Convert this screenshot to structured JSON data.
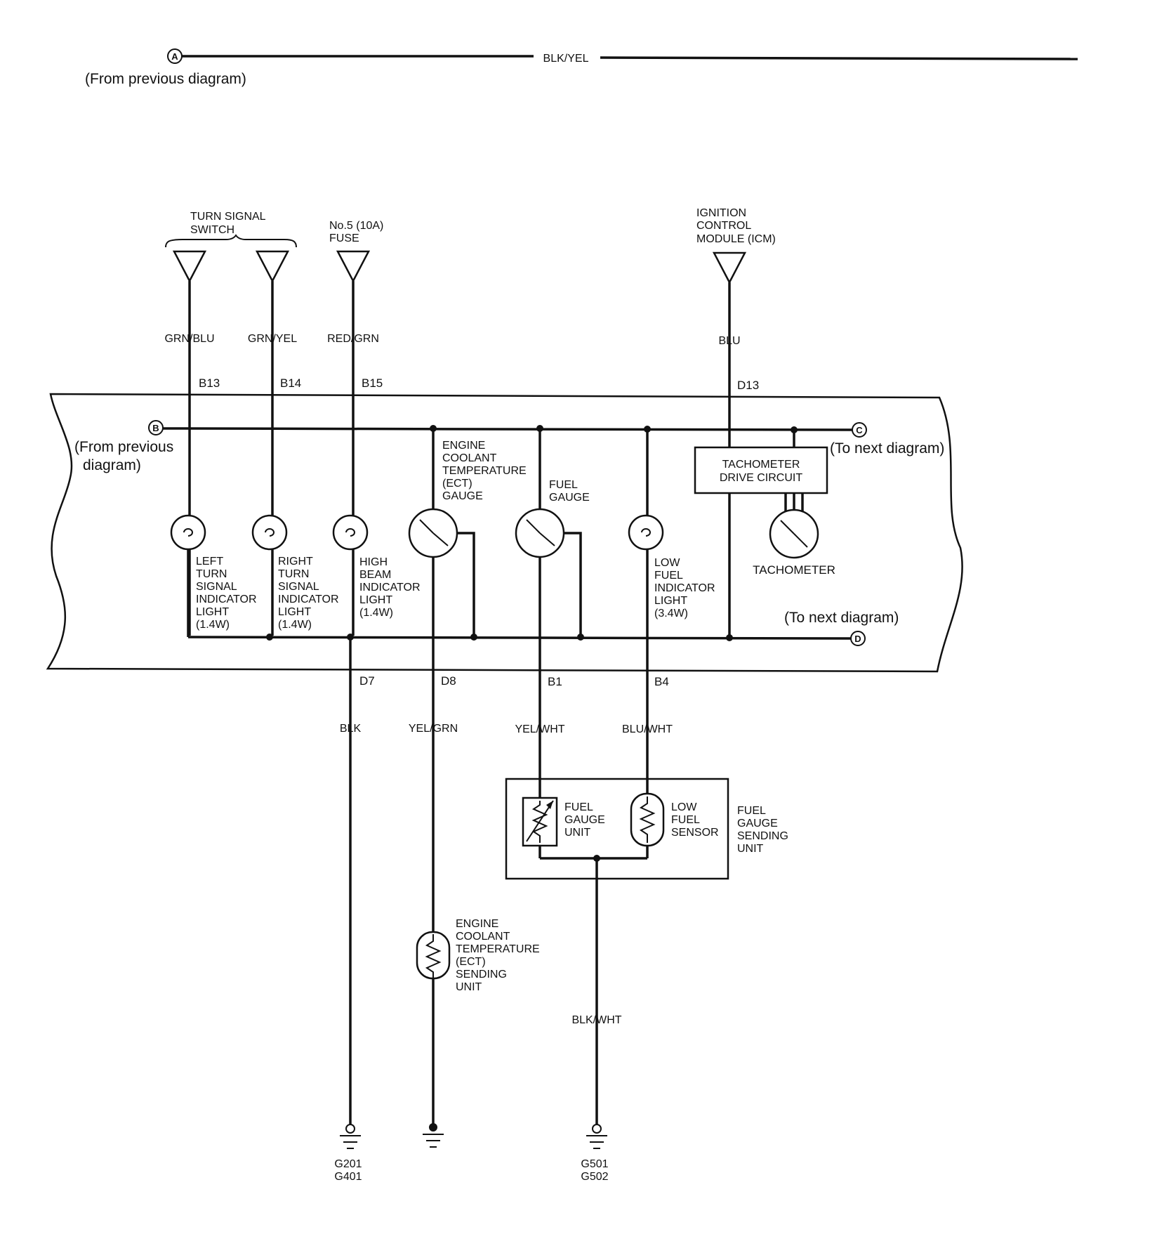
{
  "top_bus": {
    "connector": "A",
    "wire": "BLK/YEL",
    "note": "(From previous diagram)"
  },
  "inputs": {
    "turn_signal_switch": [
      "TURN SIGNAL",
      "SWITCH"
    ],
    "fuse": [
      "No.5 (10A)",
      "FUSE"
    ],
    "icm": [
      "IGNITION",
      "CONTROL",
      "MODULE (ICM)"
    ]
  },
  "wires_top": {
    "grn_blu": "GRN/BLU",
    "grn_yel": "GRN/YEL",
    "red_grn": "RED/GRN",
    "blu": "BLU"
  },
  "pins_top": {
    "b13": "B13",
    "b14": "B14",
    "b15": "B15",
    "d13": "D13"
  },
  "connectors": {
    "b": {
      "letter": "B",
      "note": [
        "(From previous",
        "diagram)"
      ]
    },
    "c": {
      "letter": "C",
      "note": "(To next diagram)"
    },
    "d": {
      "letter": "D",
      "note": "(To next diagram)"
    }
  },
  "components": {
    "ect_gauge": [
      "ENGINE",
      "COOLANT",
      "TEMPERATURE",
      "(ECT)",
      "GAUGE"
    ],
    "fuel_gauge": [
      "FUEL",
      "GAUGE"
    ],
    "tach_circuit": [
      "TACHOMETER",
      "DRIVE CIRCUIT"
    ],
    "tachometer": "TACHOMETER",
    "left_turn": [
      "LEFT",
      "TURN",
      "SIGNAL",
      "INDICATOR",
      "LIGHT",
      "(1.4W)"
    ],
    "right_turn": [
      "RIGHT",
      "TURN",
      "SIGNAL",
      "INDICATOR",
      "LIGHT",
      "(1.4W)"
    ],
    "high_beam": [
      "HIGH",
      "BEAM",
      "INDICATOR",
      "LIGHT",
      "(1.4W)"
    ],
    "low_fuel_light": [
      "LOW",
      "FUEL",
      "INDICATOR",
      "LIGHT",
      "(3.4W)"
    ],
    "fuel_gauge_unit": [
      "FUEL",
      "GAUGE",
      "UNIT"
    ],
    "low_fuel_sensor": [
      "LOW",
      "FUEL",
      "SENSOR"
    ],
    "fuel_sending_unit": [
      "FUEL",
      "GAUGE",
      "SENDING",
      "UNIT"
    ],
    "ect_sending_unit": [
      "ENGINE",
      "COOLANT",
      "TEMPERATURE",
      "(ECT)",
      "SENDING",
      "UNIT"
    ]
  },
  "pins_bottom": {
    "d7": "D7",
    "d8": "D8",
    "b1": "B1",
    "b4": "B4"
  },
  "wires_bottom": {
    "blk": "BLK",
    "yel_grn": "YEL/GRN",
    "yel_wht": "YEL/WHT",
    "blu_wht": "BLU/WHT",
    "blk_wht": "BLK/WHT"
  },
  "grounds": {
    "g201_401": [
      "G201",
      "G401"
    ],
    "g501_502": [
      "G501",
      "G502"
    ]
  }
}
